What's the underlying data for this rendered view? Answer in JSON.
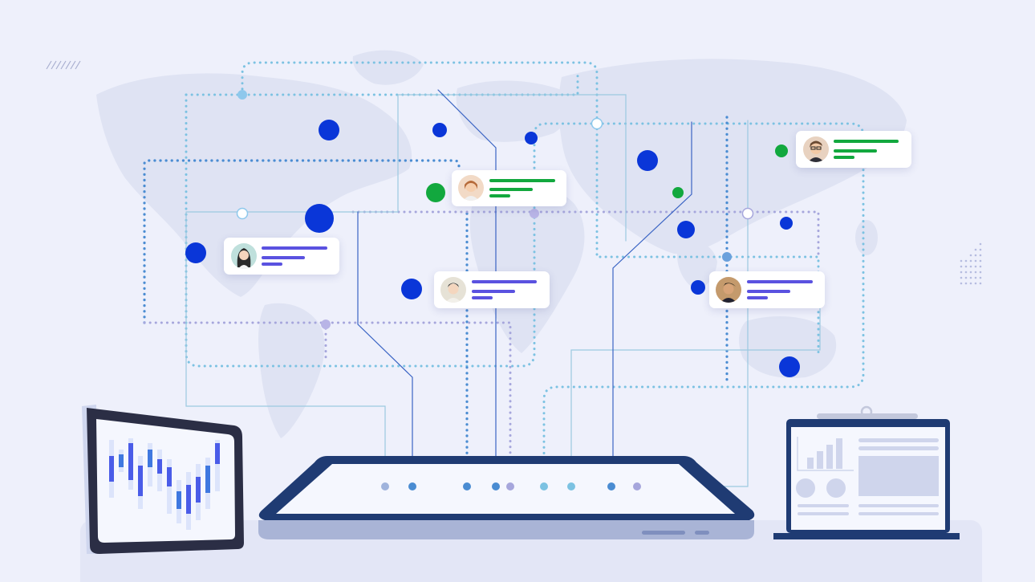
{
  "colors": {
    "background": "#eef0fb",
    "map_land": "#dfe3f3",
    "dot_blue": "#0a36d8",
    "dot_green": "#12a83e",
    "path_light": "#7cc2e2",
    "path_mid": "#4a8cd2",
    "path_purple": "#a6a6dc",
    "thin_line": "#9cc9e0",
    "device_navy": "#1f3b73",
    "card_line_green": "#12a83e",
    "card_line_purple": "#5a52e0"
  },
  "profile_cards": [
    {
      "id": "asia-green",
      "accent": "green",
      "avatar": "woman-avatar-icon"
    },
    {
      "id": "east-green",
      "accent": "green",
      "avatar": "man-glasses-avatar-icon"
    },
    {
      "id": "europe-purple",
      "accent": "purple",
      "avatar": "woman-avatar-icon"
    },
    {
      "id": "india-purple",
      "accent": "purple",
      "avatar": "man-avatar-icon"
    },
    {
      "id": "pacific-purple",
      "accent": "purple",
      "avatar": "man-avatar-icon"
    }
  ],
  "devices": {
    "left_monitor": {
      "icon": "candlestick-chart-icon"
    },
    "center_tablet": {
      "icon": "tablet-icon"
    },
    "right_laptop": {
      "icon": "dashboard-report-icon"
    }
  }
}
